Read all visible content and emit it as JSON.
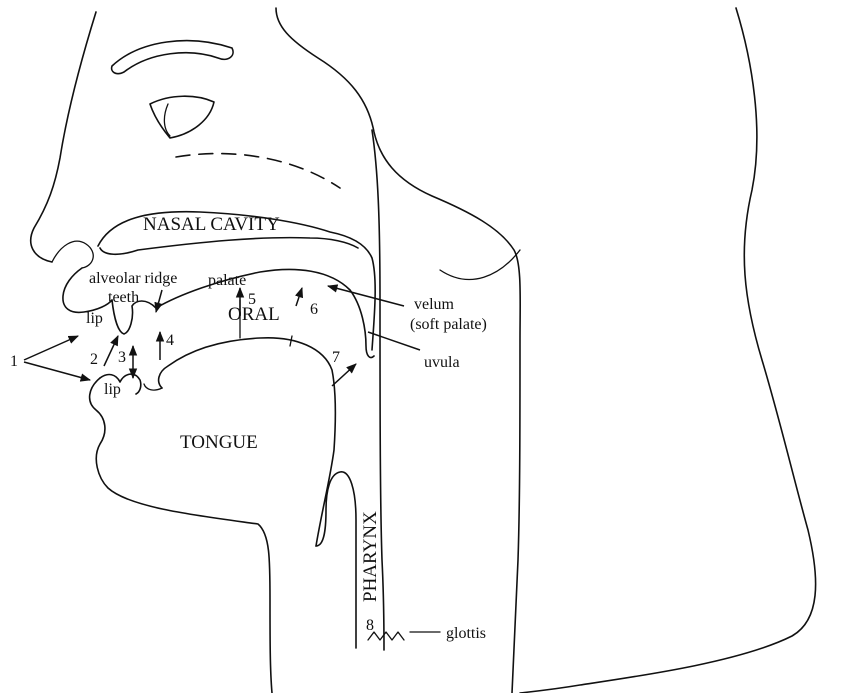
{
  "labels": {
    "nasal_cavity": "NASAL CAVITY",
    "alveolar_ridge": "alveolar ridge",
    "palate": "palate",
    "teeth": "teeth",
    "lip_upper": "lip",
    "lip_lower": "lip",
    "oral": "ORAL",
    "velum": "velum",
    "soft_palate": "(soft palate)",
    "uvula": "uvula",
    "tongue": "TONGUE",
    "pharynx": "PHARYNX",
    "glottis": "glottis"
  },
  "numbers": {
    "n1": "1",
    "n2": "2",
    "n3": "3",
    "n4": "4",
    "n5": "5",
    "n6": "6",
    "n7": "7",
    "n8": "8"
  }
}
